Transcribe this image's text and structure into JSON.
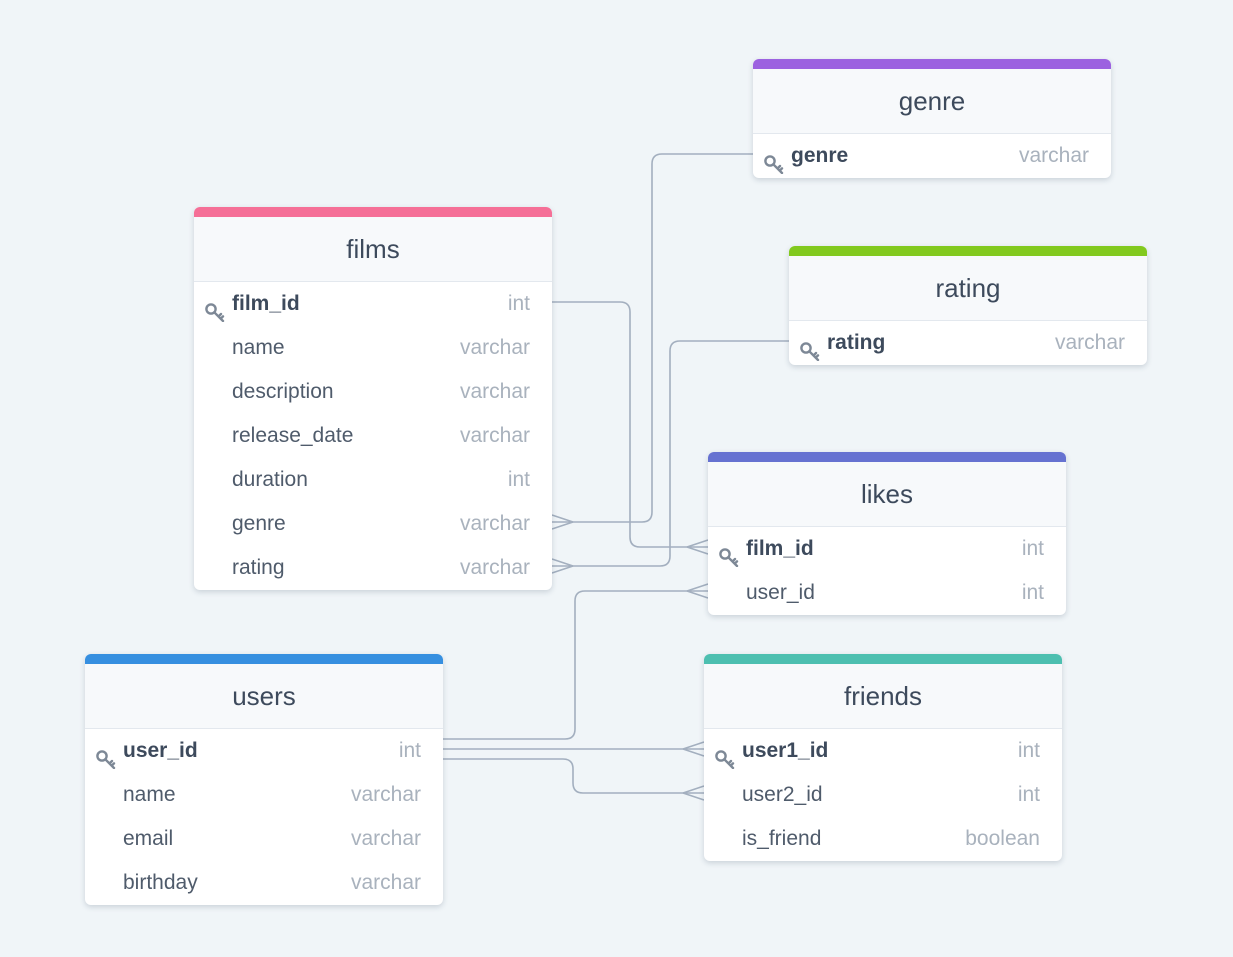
{
  "tables": [
    {
      "id": "genre",
      "title": "genre",
      "color": "#9c62e0",
      "fields": [
        {
          "name": "genre",
          "type": "varchar",
          "pk": true
        }
      ]
    },
    {
      "id": "films",
      "title": "films",
      "color": "#f56f97",
      "fields": [
        {
          "name": "film_id",
          "type": "int",
          "pk": true
        },
        {
          "name": "name",
          "type": "varchar",
          "pk": false
        },
        {
          "name": "description",
          "type": "varchar",
          "pk": false
        },
        {
          "name": "release_date",
          "type": "varchar",
          "pk": false
        },
        {
          "name": "duration",
          "type": "int",
          "pk": false
        },
        {
          "name": "genre",
          "type": "varchar",
          "pk": false
        },
        {
          "name": "rating",
          "type": "varchar",
          "pk": false
        }
      ]
    },
    {
      "id": "rating",
      "title": "rating",
      "color": "#82c91e",
      "fields": [
        {
          "name": "rating",
          "type": "varchar",
          "pk": true
        }
      ]
    },
    {
      "id": "likes",
      "title": "likes",
      "color": "#6672d1",
      "fields": [
        {
          "name": "film_id",
          "type": "int",
          "pk": true
        },
        {
          "name": "user_id",
          "type": "int",
          "pk": false
        }
      ]
    },
    {
      "id": "users",
      "title": "users",
      "color": "#368fe0",
      "fields": [
        {
          "name": "user_id",
          "type": "int",
          "pk": true
        },
        {
          "name": "name",
          "type": "varchar",
          "pk": false
        },
        {
          "name": "email",
          "type": "varchar",
          "pk": false
        },
        {
          "name": "birthday",
          "type": "varchar",
          "pk": false
        }
      ]
    },
    {
      "id": "friends",
      "title": "friends",
      "color": "#4dbfb0",
      "fields": [
        {
          "name": "user1_id",
          "type": "int",
          "pk": true
        },
        {
          "name": "user2_id",
          "type": "int",
          "pk": false
        },
        {
          "name": "is_friend",
          "type": "boolean",
          "pk": false
        }
      ]
    }
  ],
  "relationships": [
    {
      "from": "genre.genre",
      "to": "films.genre",
      "cardinality": "one-to-many"
    },
    {
      "from": "rating.rating",
      "to": "films.rating",
      "cardinality": "one-to-many"
    },
    {
      "from": "films.film_id",
      "to": "likes.film_id",
      "cardinality": "one-to-many"
    },
    {
      "from": "users.user_id",
      "to": "likes.user_id",
      "cardinality": "one-to-many"
    },
    {
      "from": "users.user_id",
      "to": "friends.user1_id",
      "cardinality": "one-to-many"
    },
    {
      "from": "users.user_id",
      "to": "friends.user2_id",
      "cardinality": "one-to-many"
    }
  ],
  "icons": {
    "primary_key": "key-icon"
  },
  "colors": {
    "link": "#a3afbf",
    "background": "#f0f5f8"
  }
}
